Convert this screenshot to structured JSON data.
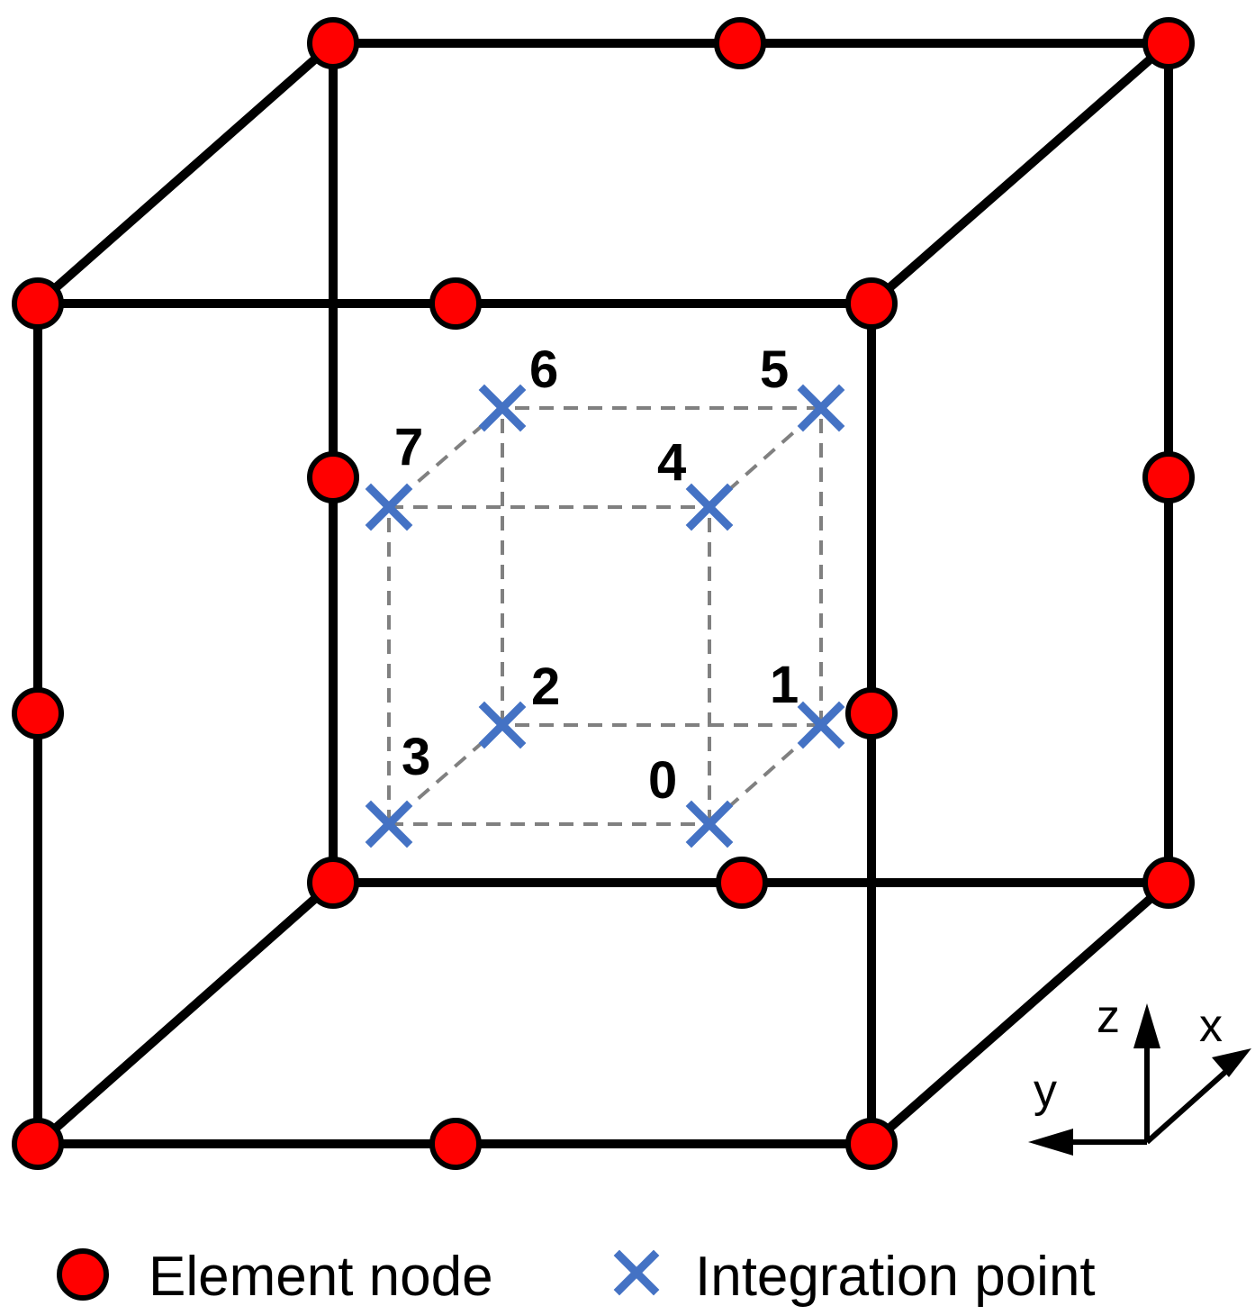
{
  "colors": {
    "node_fill": "#ff0000",
    "integration_point": "#4472c4",
    "edge": "#000000",
    "inner_edge": "#808080"
  },
  "integration_points": [
    {
      "label": "0"
    },
    {
      "label": "1"
    },
    {
      "label": "2"
    },
    {
      "label": "3"
    },
    {
      "label": "4"
    },
    {
      "label": "5"
    },
    {
      "label": "6"
    },
    {
      "label": "7"
    }
  ],
  "axes": {
    "x": "x",
    "y": "y",
    "z": "z"
  },
  "legend": {
    "node_label": "Element node",
    "point_label": "Integration point"
  }
}
